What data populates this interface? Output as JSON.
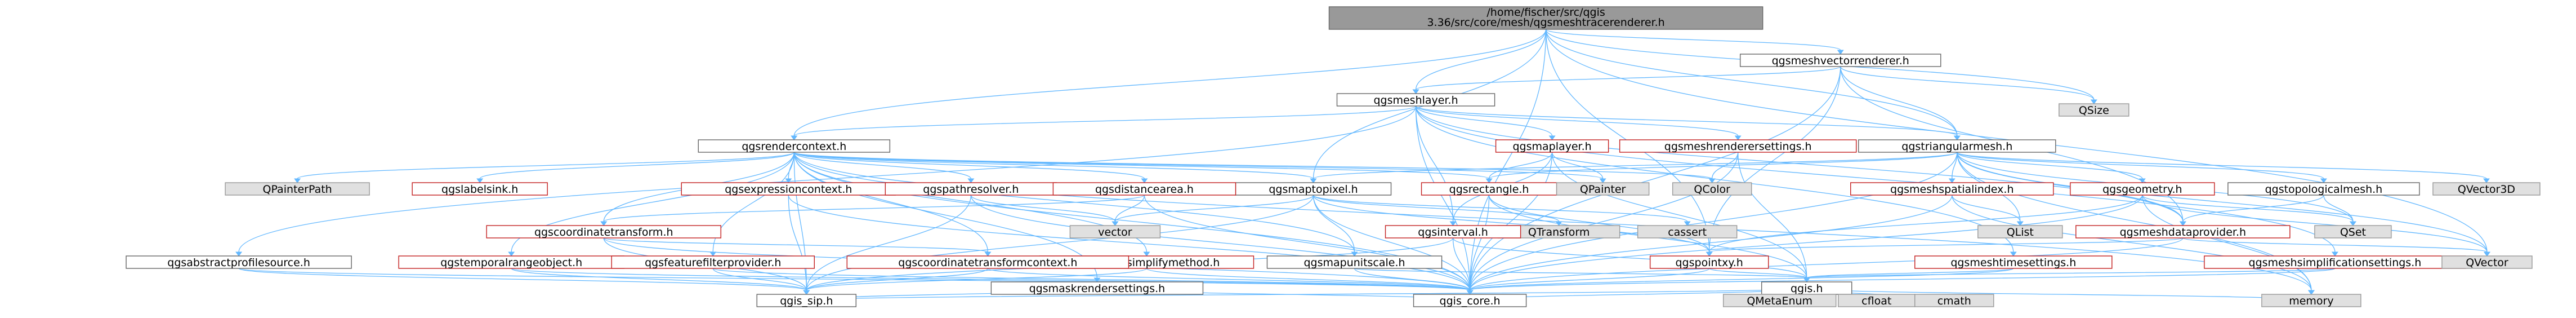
{
  "graph": {
    "root": {
      "line1": "/home/fischer/src/qgis",
      "line2": "3.36/src/core/mesh/qgsmeshtracerenderer.h"
    },
    "nodes": {
      "meshvectorrenderer": "qgsmeshvectorrenderer.h",
      "meshlayer": "qgsmeshlayer.h",
      "trianglarmesh": "qgstriangularmesh.h",
      "rendercontext": "qgsrendercontext.h",
      "qsize": "QSize",
      "maplayer": "qgsmaplayer.h",
      "meshrenderersettings": "qgsmeshrenderersettings.h",
      "maptopixel": "qgsmaptopixel.h",
      "rectangle": "qgsrectangle.h",
      "qcolor": "QColor",
      "qpainterpath": "QPainterPath",
      "labelsink": "qgslabelsink.h",
      "exprcontext": "qgsexpressioncontext.h",
      "pathresolver": "qgspathresolver.h",
      "distancearea": "qgsdistancearea.h",
      "qpainter": "QPainter",
      "meshspatialindex": "qgsmeshspatialindex.h",
      "geometry": "qgsgeometry.h",
      "topologicalmesh": "qgstopologicalmesh.h",
      "qvector3d": "QVector3D",
      "coordtransform": "qgscoordinatetransform.h",
      "vector": "vector",
      "qtransform": "QTransform",
      "cassert": "cassert",
      "meshdataprovider": "qgsmeshdataprovider.h",
      "qlist": "QList",
      "qset": "QSet",
      "interval": "qgsinterval.h",
      "vectorsimplify": "qgsvectorsimplifymethod.h",
      "mapunitscale": "qgsmapunitscale.h",
      "point": "qgspointxy.h",
      "meshtimesettings": "qgsmeshtimesettings.h",
      "meshsimplify": "qgsmeshsimplificationsettings.h",
      "qvector": "QVector",
      "abstractprofile": "qgsabstractprofilesource.h",
      "temporalrange": "qgstemporalrangeobject.h",
      "featurefilter": "qgsfeaturefilterprovider.h",
      "coordtransformctx": "qgscoordinatetransformcontext.h",
      "maskrender": "qgsmaskrendersettings.h",
      "qgsh": "qgis.h",
      "qgssip": "qgis_sip.h",
      "qgscore": "qgis_core.h",
      "memory": "memory",
      "qmetaenum": "QMetaEnum",
      "cfloat": "cfloat",
      "cmath": "cmath"
    }
  }
}
